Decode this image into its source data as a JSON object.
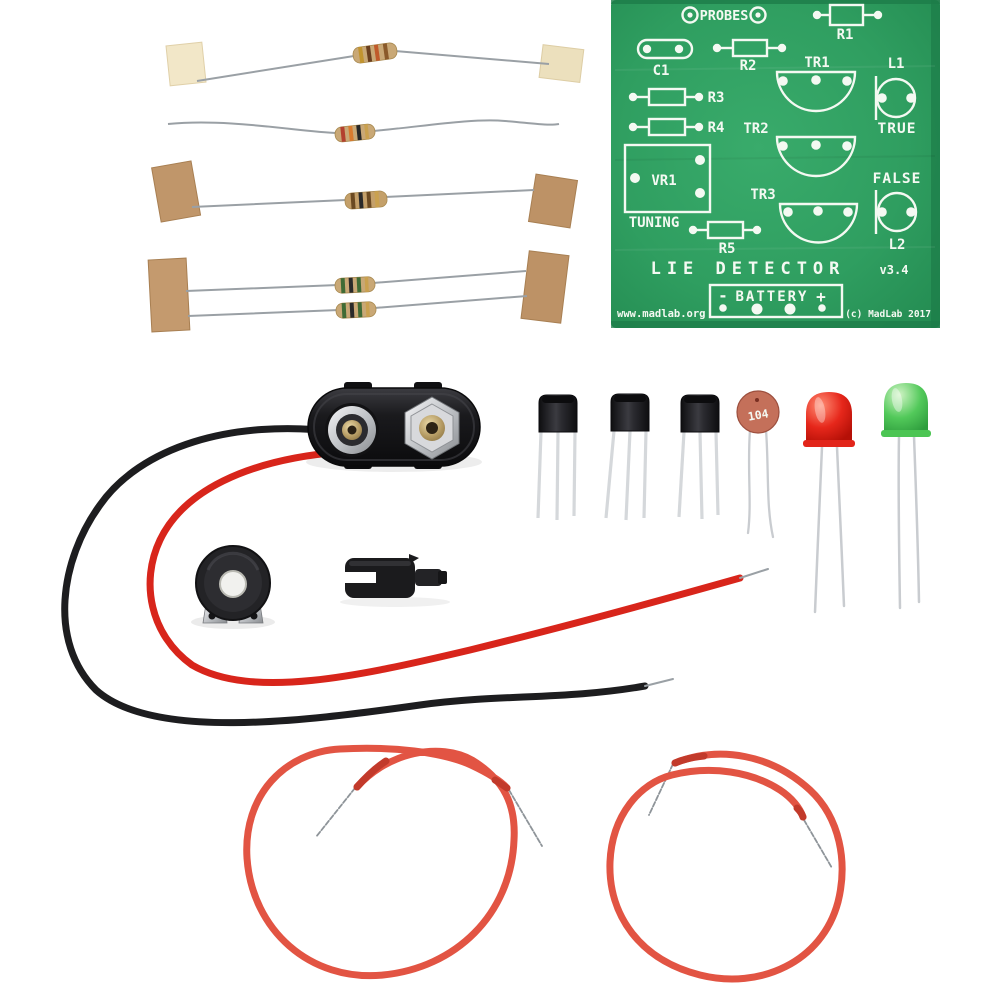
{
  "pcb": {
    "silkscreen": {
      "probes": "PROBES",
      "c1": "C1",
      "r1": "R1",
      "r2": "R2",
      "r3": "R3",
      "r4": "R4",
      "r5": "R5",
      "tr1": "TR1",
      "tr2": "TR2",
      "tr3": "TR3",
      "l1": "L1",
      "l2": "L2",
      "true_label": "TRUE",
      "false_label": "FALSE",
      "vr1": "VR1",
      "tuning": "TUNING",
      "title": "LIE DETECTOR",
      "version": "v3.4",
      "battery_minus": "-",
      "battery_label": "BATTERY",
      "battery_plus": "+",
      "website": "www.madlab.org",
      "copyright": "(c) MadLab 2017"
    },
    "colors": {
      "board_green": "#2f9e60",
      "silkscreen_white": "#f4f9f2"
    }
  },
  "parts": {
    "capacitor_marking": "104"
  },
  "colors": {
    "battery_wire_red": "#d8251b",
    "battery_wire_black": "#1d1d1f",
    "hookup_wire_red": "#e25443",
    "led_red": "#e2251a",
    "led_green": "#4cc553",
    "capacitor_body": "#c4705a",
    "tape_cream": "#f2e7c8",
    "tape_kraft": "#c0966a"
  }
}
